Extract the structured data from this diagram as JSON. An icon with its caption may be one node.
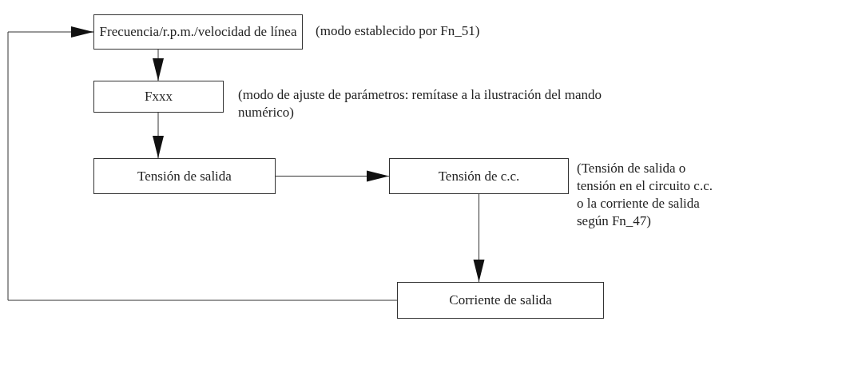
{
  "diagram": {
    "nodes": [
      {
        "text": [
          "Frecuencia/r.p.m./velocidad de línea"
        ],
        "beside": [
          "(modo establecido por Fn_51)"
        ]
      },
      {
        "text": [
          "Fxxx"
        ],
        "beside": [
          "(modo de ajuste de parámetros: remítase a la ilustración del mando numérico)"
        ]
      },
      {
        "text": [
          "Tensión de salida"
        ]
      },
      {
        "text": [
          "Tensión de c.c."
        ],
        "beside": [
          "(Tensión de salida o tensión en el circuito c.c. o la corriente de salida según Fn_47)"
        ]
      },
      {
        "text": [
          "Corriente de salida"
        ]
      }
    ],
    "edges": [
      {
        "from": 0,
        "to": 1,
        "arrow": "to"
      },
      {
        "from": 1,
        "to": 2,
        "arrow": "to"
      },
      {
        "from": 2,
        "to": 3,
        "arrow": "to"
      },
      {
        "from": 3,
        "to": 4,
        "arrow": "to"
      },
      {
        "from": 4,
        "to": 0,
        "arrow": "to"
      }
    ]
  }
}
